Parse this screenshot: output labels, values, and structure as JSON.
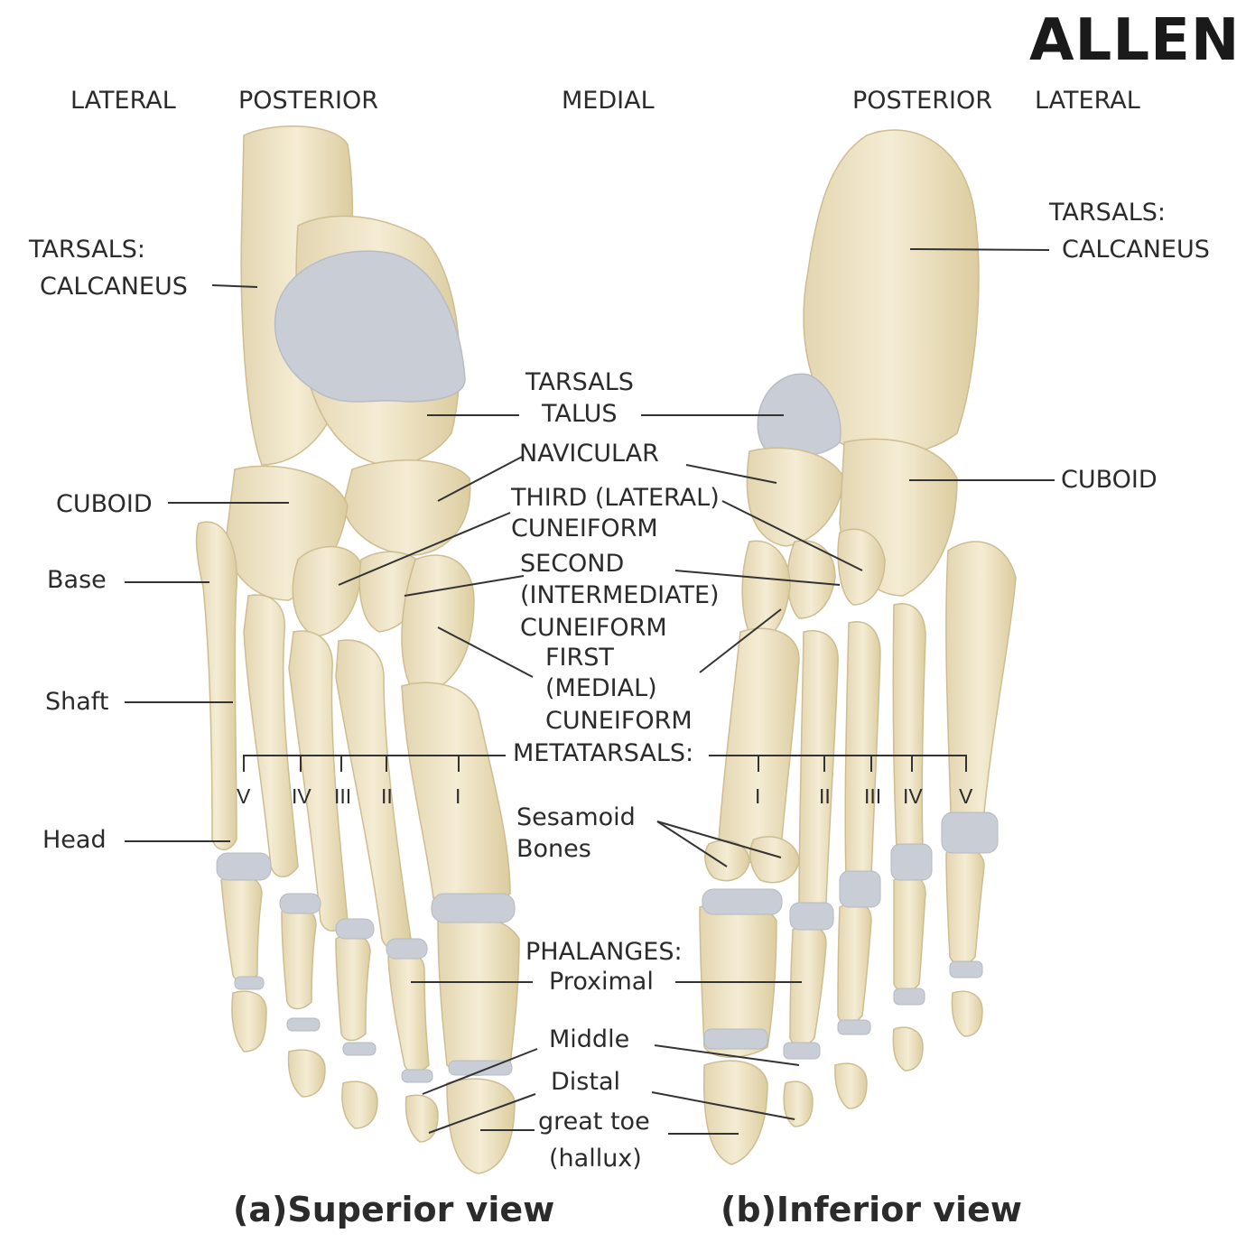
{
  "brand": "ALLEN",
  "header": {
    "lateral_left": "LATERAL",
    "posterior_left": "POSTERIOR",
    "medial": "MEDIAL",
    "posterior_right": "POSTERIOR",
    "lateral_right": "LATERAL"
  },
  "labels": {
    "tarsals_left": "TARSALS:",
    "calcaneus_left": "CALCANEUS",
    "tarsals_right": "TARSALS:",
    "calcaneus_right": "CALCANEUS",
    "tarsals_center": "TARSALS",
    "talus": "TALUS",
    "navicular": "NAVICULAR",
    "cuboid_left": "CUBOID",
    "cuboid_right": "CUBOID",
    "third_cuneiform_1": "THIRD (LATERAL)",
    "third_cuneiform_2": "CUNEIFORM",
    "second_cuneiform_1": "SECOND",
    "second_cuneiform_2": "(INTERMEDIATE)",
    "second_cuneiform_3": "CUNEIFORM",
    "first_cuneiform_1": "FIRST",
    "first_cuneiform_2": "(MEDIAL)",
    "first_cuneiform_3": "CUNEIFORM",
    "base": "Base",
    "shaft": "Shaft",
    "head": "Head",
    "metatarsals": "METATARSALS:",
    "sesamoid_1": "Sesamoid",
    "sesamoid_2": "Bones",
    "phalanges": "PHALANGES:",
    "proximal": "Proximal",
    "middle": "Middle",
    "distal": "Distal",
    "great_toe": "great toe",
    "hallux": "(hallux)"
  },
  "metatarsal_numerals_left": [
    "V",
    "IV",
    "III",
    "II",
    "I"
  ],
  "metatarsal_numerals_right": [
    "I",
    "II",
    "III",
    "IV",
    "V"
  ],
  "captions": {
    "superior": "(a)Superior view",
    "inferior": "(b)Inferior view"
  },
  "colors": {
    "bone": "#efe4c6",
    "bone_shadow": "#d9caa0",
    "cartilage": "#c9ced6",
    "line": "#333333"
  }
}
